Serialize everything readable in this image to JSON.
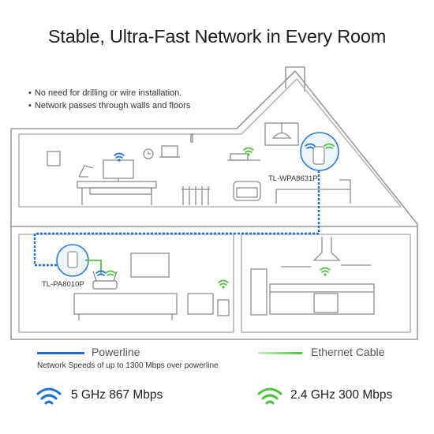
{
  "title": "Stable, Ultra-Fast Network in Every Room",
  "bullets": [
    "No need for drilling or wire installation.",
    "Network passes through walls and floors"
  ],
  "devices": {
    "upstairs": "TL-WPA8631P",
    "downstairs": "TL-PA8010P"
  },
  "legend": {
    "powerline": "Powerline",
    "ethernet": "Ethernet Cable",
    "speed_note": "Network Speeds of up to 1300 Mbps over powerline"
  },
  "bands": {
    "ghz5": "5 GHz  867 Mbps",
    "ghz24": "2.4 GHz  300 Mbps"
  },
  "colors": {
    "powerline": "#1f6fd1",
    "ethernet": "#4cc23a",
    "outline": "#9a9a9a"
  }
}
